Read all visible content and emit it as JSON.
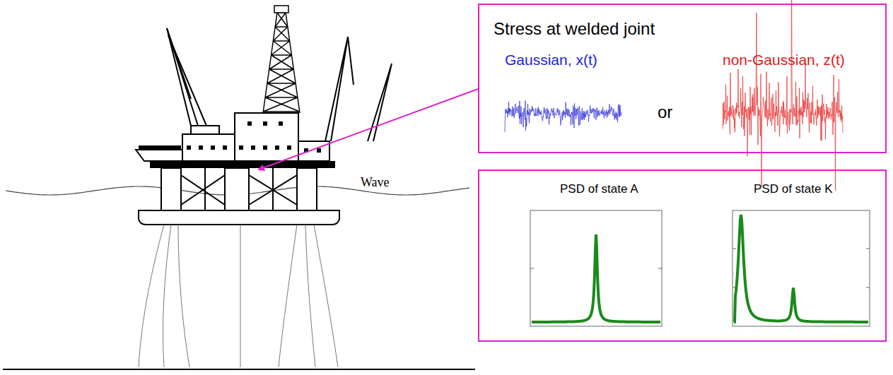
{
  "diagram": {
    "nodes": [
      {
        "text": [
          "Stress at welded joint",
          "Gaussian, x(t)",
          "or",
          "non-Gaussian, z(t)"
        ]
      },
      {
        "text": [
          "PSD of state A",
          "PSD of state K"
        ]
      }
    ],
    "labels": [
      "Wave"
    ]
  }
}
